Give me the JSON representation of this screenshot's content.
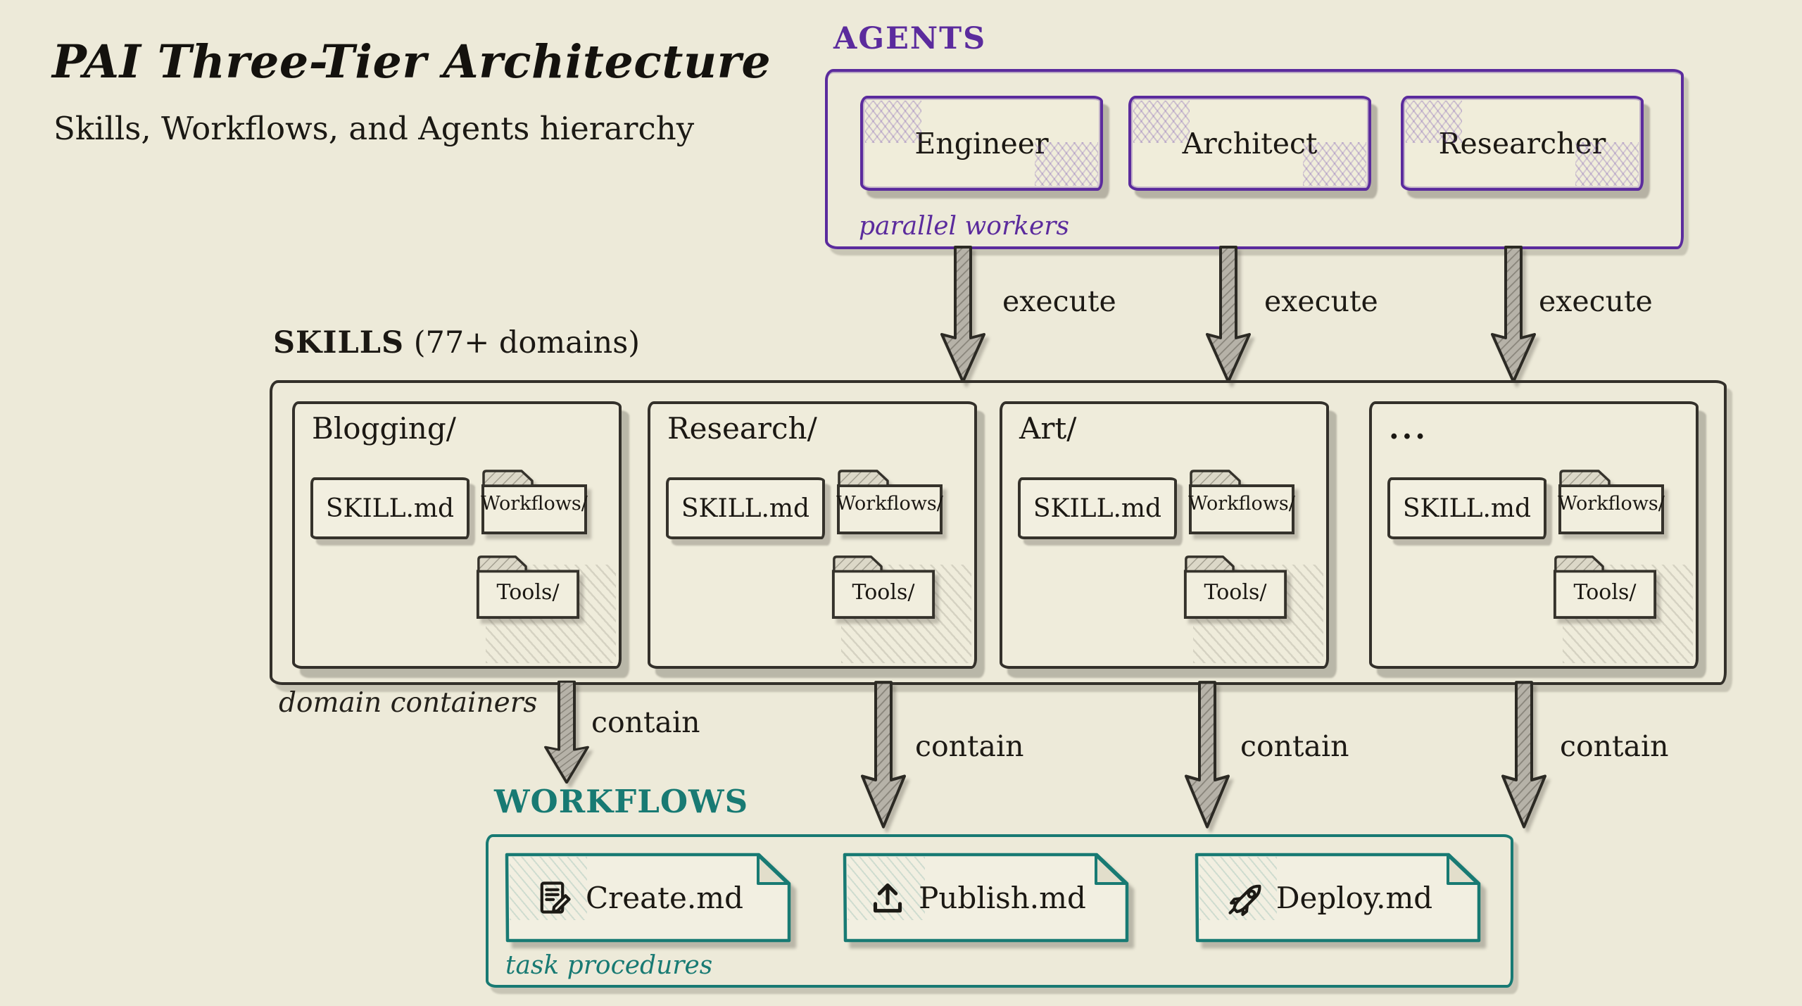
{
  "header": {
    "title": "PAI Three-Tier Architecture",
    "subtitle": "Skills, Workflows, and Agents hierarchy"
  },
  "agents": {
    "label": "AGENTS",
    "items": [
      "Engineer",
      "Architect",
      "Researcher"
    ],
    "caption": "parallel workers"
  },
  "edges": {
    "execute": "execute",
    "contain": "contain"
  },
  "skills": {
    "label": "SKILLS",
    "suffix": "(77+ domains)",
    "caption": "domain containers",
    "domains": [
      {
        "name": "Blogging/",
        "file": "SKILL.md",
        "workflows": "Workflows/",
        "tools": "Tools/"
      },
      {
        "name": "Research/",
        "file": "SKILL.md",
        "workflows": "Workflows/",
        "tools": "Tools/"
      },
      {
        "name": "Art/",
        "file": "SKILL.md",
        "workflows": "Workflows/",
        "tools": "Tools/"
      },
      {
        "name": "...",
        "file": "SKILL.md",
        "workflows": "Workflows/",
        "tools": "Tools/"
      }
    ]
  },
  "workflows": {
    "label": "WORKFLOWS",
    "caption": "task procedures",
    "docs": [
      {
        "name": "Create.md",
        "icon": "note-pencil-icon"
      },
      {
        "name": "Publish.md",
        "icon": "upload-icon"
      },
      {
        "name": "Deploy.md",
        "icon": "rocket-icon"
      }
    ]
  },
  "colors": {
    "purple": "#5b2b9d",
    "teal": "#187a73",
    "ink": "#26231d",
    "paper": "#edead9"
  }
}
